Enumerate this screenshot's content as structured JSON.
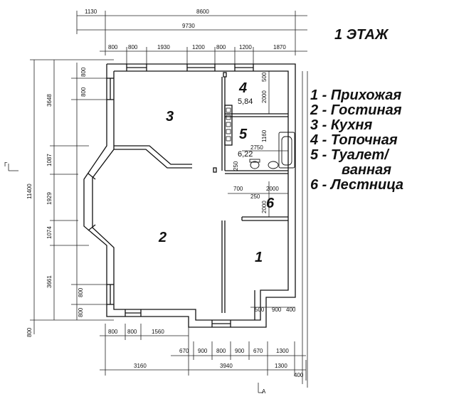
{
  "title": "1 ЭТАЖ",
  "legend": [
    "1 - Прихожая",
    "2 - Гостиная",
    "3 - Кухня",
    "4 - Топочная",
    "5 - Туалет/",
    "ванная",
    "6 - Лестница"
  ],
  "rooms": [
    {
      "num": "1"
    },
    {
      "num": "2"
    },
    {
      "num": "3"
    },
    {
      "num": "4",
      "area": "5,84"
    },
    {
      "num": "5",
      "area": "6,22"
    },
    {
      "num": "6"
    }
  ],
  "dims": {
    "top1": [
      "1130",
      "8600"
    ],
    "top2": [
      "9730"
    ],
    "top3": [
      "800",
      "800",
      "1930",
      "1200",
      "800",
      "1200",
      "1870"
    ],
    "left_total": "11400",
    "left_outer": [
      "3648",
      "1087",
      "1929",
      "1074",
      "3661",
      "800"
    ],
    "left_inner": [
      "800",
      "800",
      "800",
      "800"
    ],
    "bottom1": [
      "800",
      "800",
      "1560"
    ],
    "bottom2": [
      "670",
      "900",
      "800",
      "900",
      "670",
      "1300"
    ],
    "bottom3": [
      "3160",
      "3940",
      "1300"
    ],
    "bottom_extra": "400",
    "right": [
      "500",
      "2000",
      "1160",
      "2000"
    ],
    "inner": [
      "2750",
      "250",
      "700",
      "250",
      "2000",
      "500",
      "900",
      "400"
    ],
    "section_left": "Г",
    "section_bottom": "А"
  }
}
